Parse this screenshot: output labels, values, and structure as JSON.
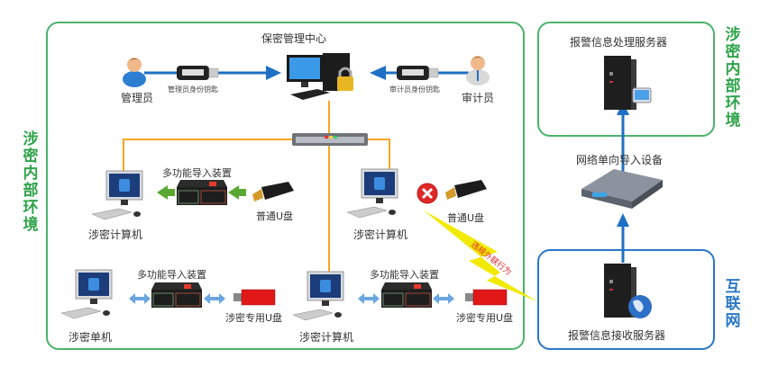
{
  "zones": {
    "internal_main_label": "涉密内部环境",
    "internal_right_label": "涉密内部环境",
    "internet_label": "互联网"
  },
  "center": {
    "title": "保密管理中心",
    "admin": {
      "label": "管理员",
      "key_label": "管理员身份钥匙"
    },
    "auditor": {
      "label": "审计员",
      "key_label": "审计员身份钥匙"
    }
  },
  "left_group": {
    "device_label": "多功能导入装置",
    "usb_label": "普通U盘",
    "computer_label": "涉密计算机"
  },
  "middle_group": {
    "usb_label": "普通U盘",
    "computer_label": "涉密计算机",
    "violation_label": "违规外联行为"
  },
  "bottom_left_group": {
    "device_label": "多功能导入装置",
    "usb_label": "涉密专用U盘",
    "computer_label": "涉密单机"
  },
  "bottom_mid_group": {
    "device_label": "多功能导入装置",
    "usb_label": "涉密专用U盘",
    "computer_label": "涉密计算机"
  },
  "right": {
    "processing_server_label": "报警信息处理服务器",
    "gateway_label": "网络单向导入设备",
    "receiving_server_label": "报警信息接收服务器"
  },
  "colors": {
    "internal": "#4cb36b",
    "internet": "#2a78c6",
    "network_line": "#f5a623",
    "arrow_blue": "#1f6fc4",
    "arrow_green": "#5aa832",
    "violation": "#e02828",
    "lightning": "#f2ea00"
  }
}
